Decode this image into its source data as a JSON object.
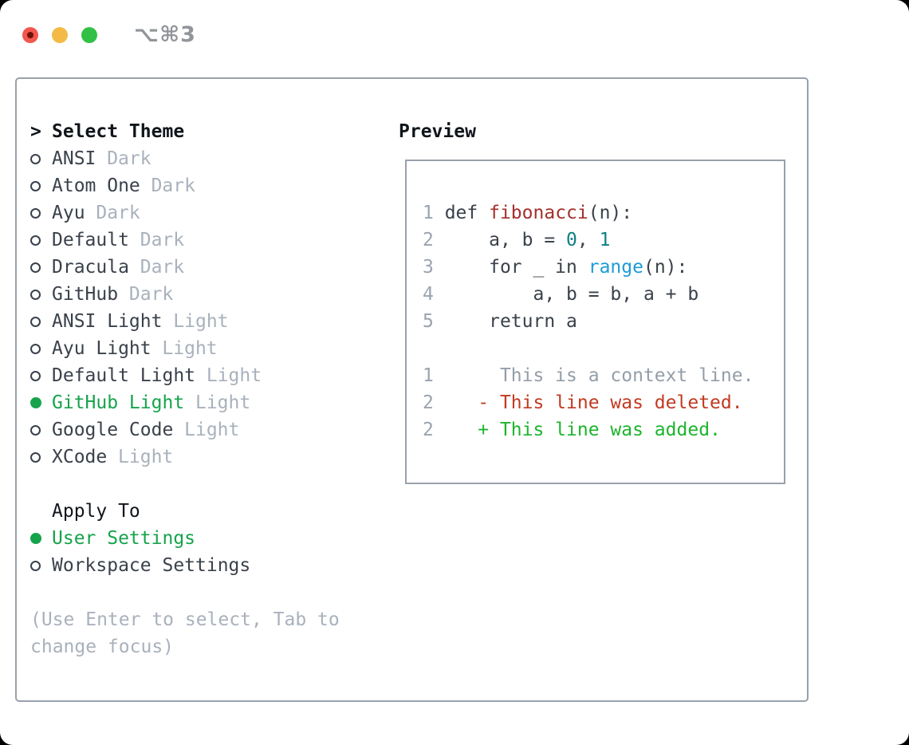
{
  "window": {
    "title": "⌥⌘3",
    "traffic_lights": [
      "close",
      "minimize",
      "zoom"
    ]
  },
  "theme_panel": {
    "header": {
      "prompt": ">",
      "label": "Select Theme"
    },
    "items": [
      {
        "name": "ANSI",
        "variant": "Dark",
        "selected": false
      },
      {
        "name": "Atom One",
        "variant": "Dark",
        "selected": false
      },
      {
        "name": "Ayu",
        "variant": "Dark",
        "selected": false
      },
      {
        "name": "Default",
        "variant": "Dark",
        "selected": false
      },
      {
        "name": "Dracula",
        "variant": "Dark",
        "selected": false
      },
      {
        "name": "GitHub",
        "variant": "Dark",
        "selected": false
      },
      {
        "name": "ANSI Light",
        "variant": "Light",
        "selected": false
      },
      {
        "name": "Ayu Light",
        "variant": "Light",
        "selected": false
      },
      {
        "name": "Default Light",
        "variant": "Light",
        "selected": false
      },
      {
        "name": "GitHub Light",
        "variant": "Light",
        "selected": true
      },
      {
        "name": "Google Code",
        "variant": "Light",
        "selected": false
      },
      {
        "name": "XCode",
        "variant": "Light",
        "selected": false
      }
    ],
    "apply_to": {
      "label": "Apply To",
      "options": [
        {
          "name": "User Settings",
          "selected": true
        },
        {
          "name": "Workspace Settings",
          "selected": false
        }
      ]
    },
    "hint_line1": "(Use Enter to select, Tab to",
    "hint_line2": "change focus)"
  },
  "preview": {
    "label": "Preview",
    "code": [
      {
        "ln": "1",
        "segs": [
          {
            "t": " def ",
            "c": "fg"
          },
          {
            "t": "fibonacci",
            "c": "func"
          },
          {
            "t": "(n):",
            "c": "fg"
          }
        ]
      },
      {
        "ln": "2",
        "segs": [
          {
            "t": "     a, b = ",
            "c": "fg"
          },
          {
            "t": "0",
            "c": "num"
          },
          {
            "t": ", ",
            "c": "fg"
          },
          {
            "t": "1",
            "c": "num"
          }
        ]
      },
      {
        "ln": "3",
        "segs": [
          {
            "t": "     for _ in ",
            "c": "fg"
          },
          {
            "t": "range",
            "c": "builtin"
          },
          {
            "t": "(n):",
            "c": "fg"
          }
        ]
      },
      {
        "ln": "4",
        "segs": [
          {
            "t": "         a, b = b, a + b",
            "c": "fg"
          }
        ]
      },
      {
        "ln": "5",
        "segs": [
          {
            "t": "     return a",
            "c": "fg"
          }
        ]
      },
      {
        "ln": "",
        "segs": []
      },
      {
        "ln": "1",
        "segs": [
          {
            "t": "      This is a context line.",
            "c": "ctx"
          }
        ]
      },
      {
        "ln": "2",
        "segs": [
          {
            "t": "    - This line was deleted.",
            "c": "del"
          }
        ]
      },
      {
        "ln": "2",
        "segs": [
          {
            "t": "    + This line was added.",
            "c": "add"
          }
        ]
      }
    ]
  },
  "colors": {
    "ink": "#10151b",
    "fg": "#3a414b",
    "muted": "#a9b1bc",
    "lineno": "#9aa4b0",
    "ctx": "#949ea9",
    "green": "#16a34c",
    "add": "#1db52d",
    "del": "#c23a20",
    "func": "#a5302c",
    "num": "#0e7f87",
    "builtin": "#1e9ad6",
    "border": "#99a1ab",
    "title": "#91959a",
    "red-dot": "#f2564e",
    "red-dot-inner": "#701106",
    "yellow-dot": "#f3bb45",
    "green-dot": "#32c146"
  }
}
